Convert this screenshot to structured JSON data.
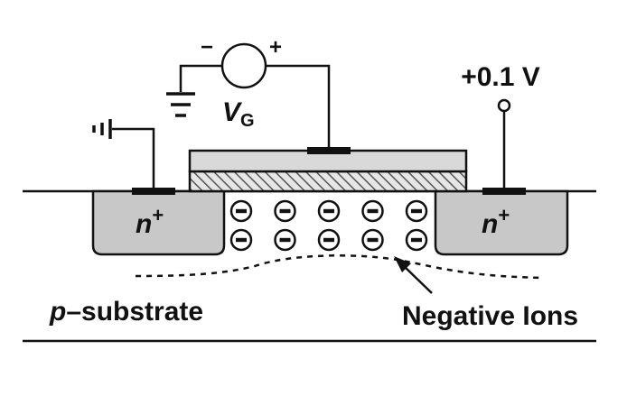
{
  "labels": {
    "source_polarity_minus": "−",
    "source_polarity_plus": "+",
    "gate_voltage_main": "V",
    "gate_voltage_sub": "G",
    "drain_voltage": "+0.1 V",
    "source_region_main": "n",
    "source_region_sup": "+",
    "drain_region_main": "n",
    "drain_region_sup": "+",
    "substrate_prefix": "p",
    "substrate_rest": "–substrate",
    "ions_label": "Negative Ions"
  },
  "ion_symbol": "−",
  "ion_rows": 2,
  "ion_columns": 5,
  "colors": {
    "line": "#111111",
    "region_fill": "#c8c8c8",
    "gate_fill": "#d9d9d9",
    "oxide_hatch": "#555555"
  }
}
